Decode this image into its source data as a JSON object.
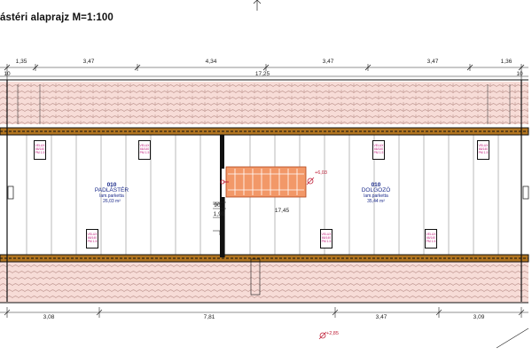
{
  "title": "ástéri alaprajz M=1:100",
  "top_dims": [
    "1,35",
    "3,47",
    "4,34",
    "3,47",
    "3,47",
    "1,36"
  ],
  "top_total_left": "10",
  "top_total_mid": "17,25",
  "top_total_right": "10",
  "bottom_dims": [
    "3,08",
    "7,81",
    "3,47",
    "3,09"
  ],
  "inner_dim_vert": "17,45",
  "stair_dims": [
    "90",
    "1,90"
  ],
  "rooms": [
    {
      "code": "010",
      "name": "PADLÁSTÉR",
      "floor": "lam.parketta",
      "area": "26,03 m²"
    },
    {
      "code": "010",
      "name": "DOLGOZÓ",
      "floor": "lam.parketta",
      "area": "35,44 m²"
    }
  ],
  "velux_text": "VELUX\n66/140\nPM 1.5",
  "level_stair": "+6,03",
  "level_bottom": "+2,85",
  "colors": {
    "wall": "#111111",
    "roof": "#f7dcd7",
    "timber": "#b07420",
    "stair": "#f29868",
    "label": "#1a2a8a",
    "level": "#c0223a"
  }
}
